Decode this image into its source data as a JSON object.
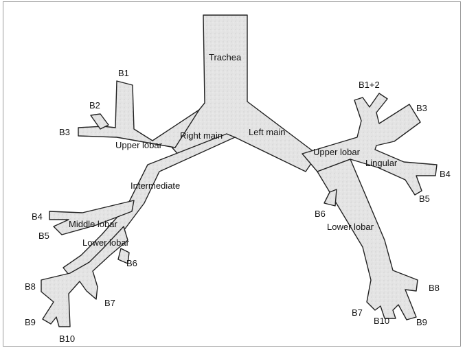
{
  "labels": {
    "trachea": "Trachea",
    "right_main": "Right main",
    "left_main": "Left main",
    "right_upper_lobar": "Upper lobar",
    "intermediate": "Intermediate",
    "middle_lobar": "Middle lobar",
    "right_lower_lobar": "Lower lobar",
    "left_upper_lobar": "Upper lobar",
    "lingular": "Lingular",
    "left_lower_lobar": "Lower lobar"
  },
  "segments": {
    "right_b1": "B1",
    "right_b2": "B2",
    "right_b3": "B3",
    "right_b4": "B4",
    "right_b5": "B5",
    "right_b6": "B6",
    "right_b7": "B7",
    "right_b8": "B8",
    "right_b9": "B9",
    "right_b10": "B10",
    "left_b1_2": "B1+2",
    "left_b3": "B3",
    "left_b4": "B4",
    "left_b5": "B5",
    "left_b6": "B6",
    "left_b7": "B7",
    "left_b8": "B8",
    "left_b9": "B9",
    "left_b10": "B10"
  },
  "colors": {
    "airway_fill": "#e2e2e2",
    "outline": "#222222",
    "frame": "#9a9a9a"
  }
}
